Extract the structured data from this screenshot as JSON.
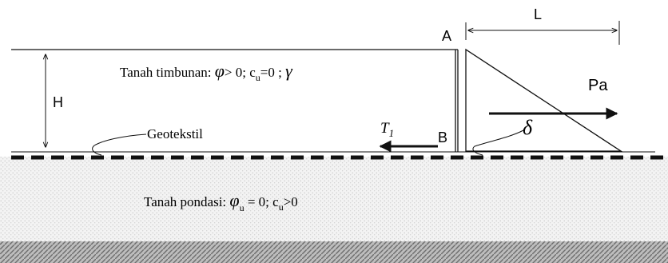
{
  "labels": {
    "point_a": "A",
    "point_b": "B",
    "length": "L",
    "height": "H",
    "active_force": "Pa",
    "friction_angle": "δ",
    "tension": "T",
    "tension_sub": "1",
    "geotextile": "Geotekstil",
    "fill_prefix": "Tanah timbunan: ",
    "fill_phi": "φ",
    "fill_mid": "> 0; c",
    "fill_c_sub": "u",
    "fill_end": "=0 ; ",
    "fill_gamma": "γ",
    "found_prefix": "Tanah pondasi: ",
    "found_phi": "φ",
    "found_phi_sub": "u",
    "found_mid": " = 0; c",
    "found_c_sub": "u",
    "found_end": ">0"
  },
  "colors": {
    "line": "#111111",
    "foundation_fill": "#eeeeee",
    "base_stratum": "#9a9a9a"
  }
}
